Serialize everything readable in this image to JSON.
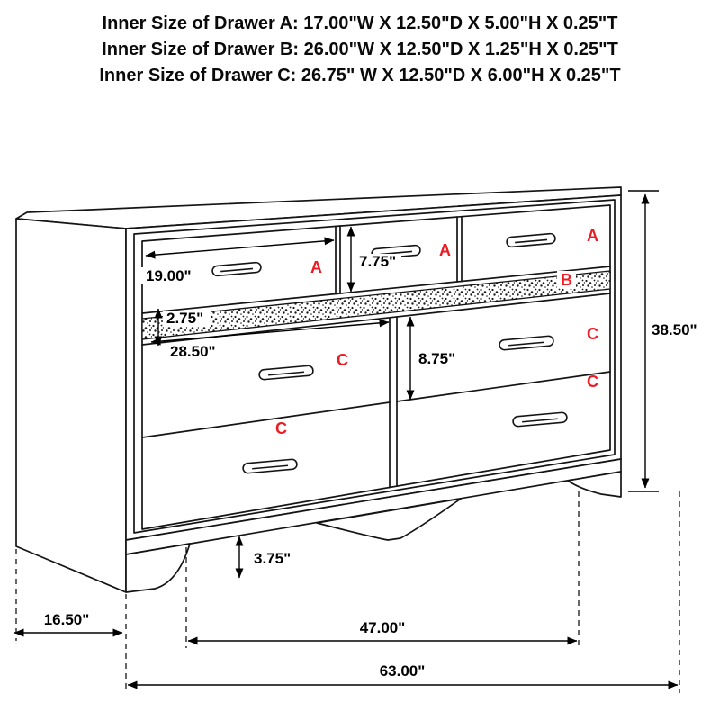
{
  "header": {
    "lines": [
      "Inner Size of Drawer A: 17.00\"W X 12.50\"D X 5.00\"H X 0.25\"T",
      "Inner Size of Drawer B: 26.00\"W X 12.50\"D X 1.25\"H X 0.25\"T",
      "Inner Size of Drawer C: 26.75\" W X 12.50\"D X 6.00\"H X 0.25\"T"
    ]
  },
  "labels": {
    "drawer_a": "A",
    "drawer_b": "B",
    "drawer_c": "C"
  },
  "dimensions": {
    "drawer_a_width": "19.00\"",
    "drawer_a_height": "7.75\"",
    "drawer_b_height": "2.75\"",
    "drawer_c_width": "28.50\"",
    "drawer_c_height": "8.75\"",
    "overall_height": "38.50\"",
    "foot_height": "3.75\"",
    "depth": "16.50\"",
    "leg_span": "47.00\"",
    "overall_width": "63.00\""
  },
  "colors": {
    "label_red": "#ed1c24",
    "line_black": "#141414"
  }
}
